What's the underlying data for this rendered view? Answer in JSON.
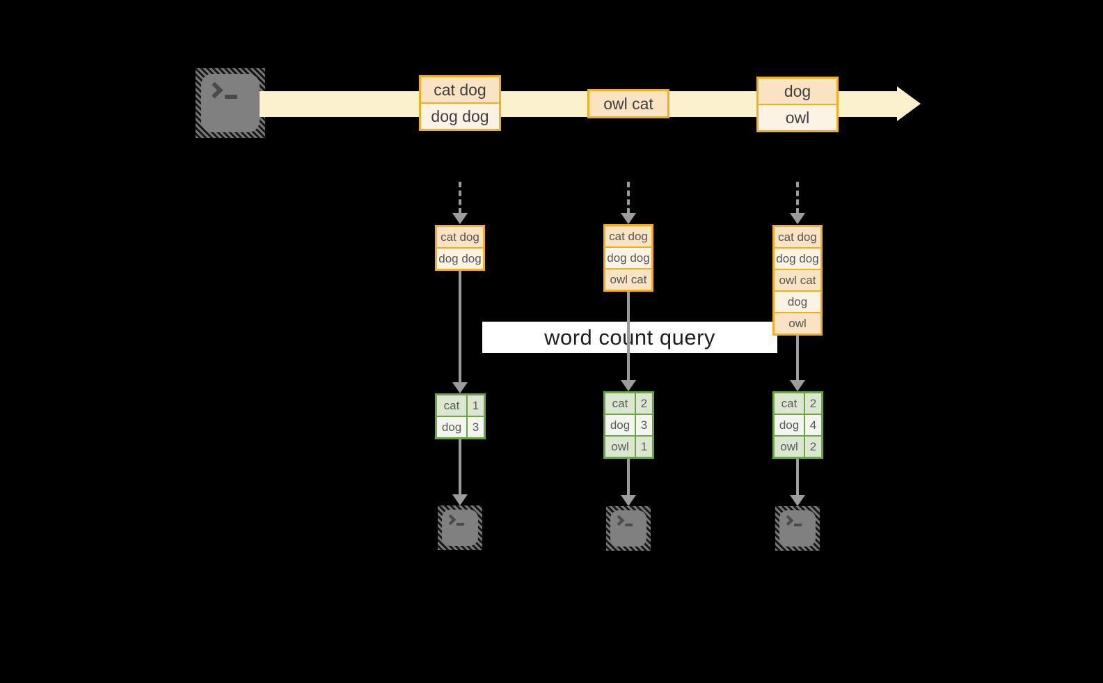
{
  "diagram": {
    "query_label": "word count query",
    "terminal_icon": "terminal-prompt"
  },
  "colors": {
    "background": "#000000",
    "stream_arrow": "#FCF1CD",
    "event_border": "#F2AE1C",
    "event_fill_dark": "#FAE3C3",
    "event_fill_light": "#FDF3E4",
    "table_border": "#6CA644",
    "table_fill_dark": "#DCE7D2",
    "table_fill_light": "#F2F6EE",
    "connector_gray": "#9C9C9C",
    "terminal_gray": "#808080",
    "query_label_bg": "#FFFFFF"
  },
  "columns": [
    {
      "event_lines": [
        "cat dog",
        "dog dog"
      ],
      "state_records": [
        "cat dog",
        "dog dog"
      ],
      "counts": [
        {
          "word": "cat",
          "count": 1
        },
        {
          "word": "dog",
          "count": 3
        }
      ]
    },
    {
      "event_lines": [
        "owl cat"
      ],
      "state_records": [
        "cat dog",
        "dog dog",
        "owl cat"
      ],
      "counts": [
        {
          "word": "cat",
          "count": 2
        },
        {
          "word": "dog",
          "count": 3
        },
        {
          "word": "owl",
          "count": 1
        }
      ]
    },
    {
      "event_lines": [
        "dog",
        "owl"
      ],
      "state_records": [
        "cat dog",
        "dog dog",
        "owl cat",
        "dog",
        "owl"
      ],
      "counts": [
        {
          "word": "cat",
          "count": 2
        },
        {
          "word": "dog",
          "count": 4
        },
        {
          "word": "owl",
          "count": 2
        }
      ]
    }
  ]
}
